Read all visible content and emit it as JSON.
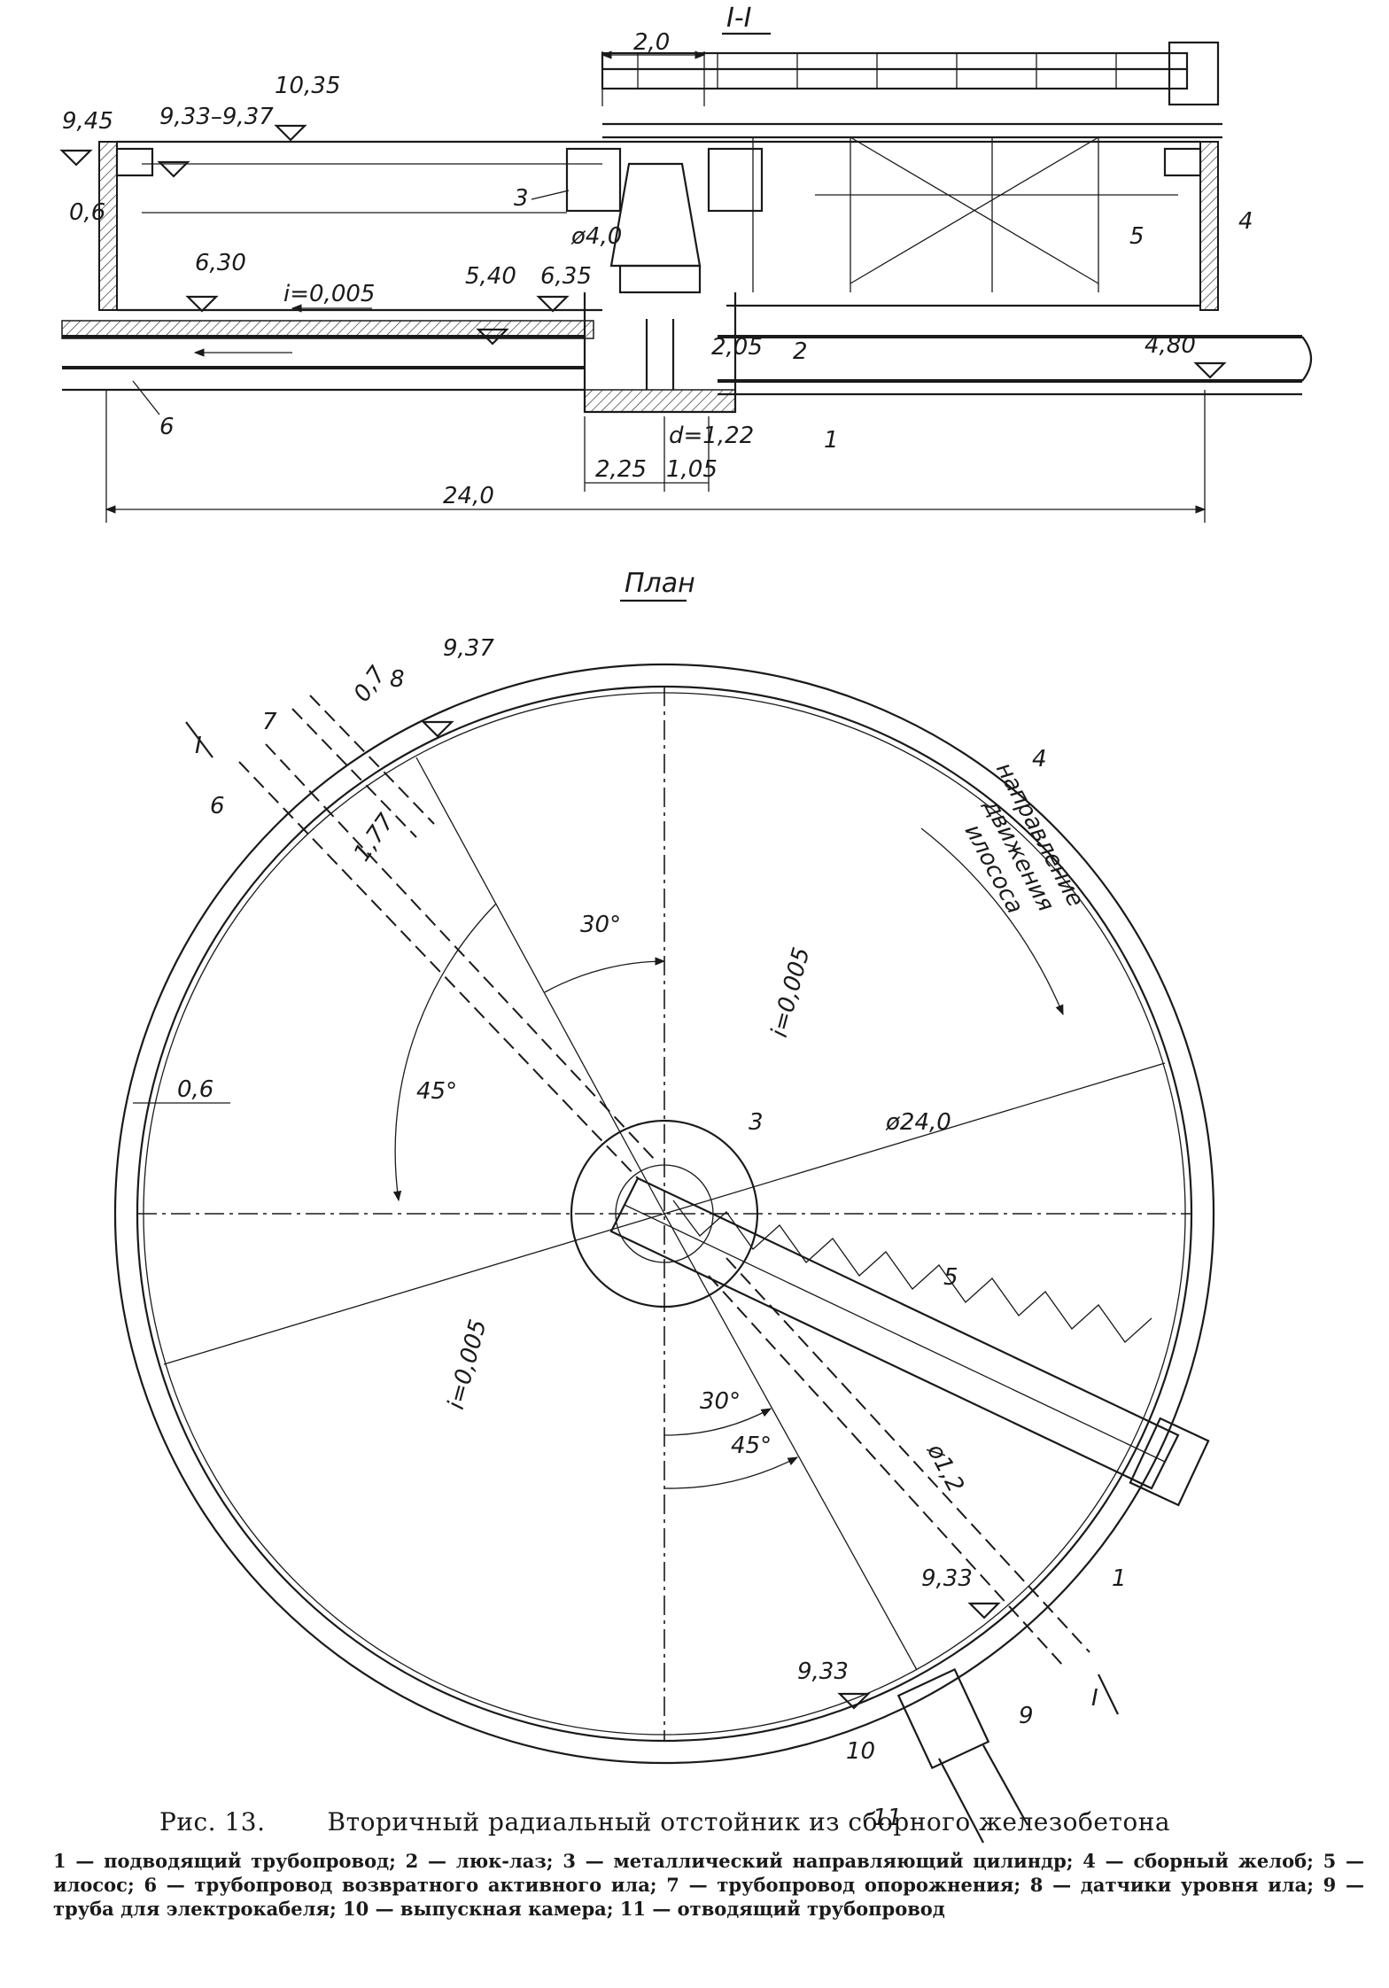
{
  "section": {
    "title": "I-I",
    "dims": {
      "top_width": "2,0",
      "rim_depth": "0,6",
      "total": "24,0",
      "pit_left": "2,25",
      "pit_right": "1,05",
      "pipe_d": "d=1,22",
      "manhole": "2,05",
      "cyl_d": "ø4,0"
    },
    "levels": {
      "l945": "9,45",
      "l933": "9,33–9,37",
      "l1035": "10,35",
      "l630": "6,30",
      "l540": "5,40",
      "l635": "6,35",
      "l480": "4,80"
    },
    "slope": "i=0,005",
    "numbers": [
      "1",
      "2",
      "3",
      "4",
      "5",
      "6"
    ]
  },
  "plan": {
    "title": "План",
    "dims": {
      "d07": "0,7",
      "d177": "1,77",
      "d06": "0,6",
      "diam": "ø24,0",
      "pipe": "ø1,2"
    },
    "levels": {
      "top": "9,37",
      "r1": "9,33",
      "r2": "9,33"
    },
    "angles": {
      "a30_top": "30°",
      "a45_left": "45°",
      "a30_bot": "30°",
      "a45_bot": "45°"
    },
    "slope_top": "i=0,005",
    "slope_left": "i=0,005",
    "direction": [
      "направление",
      "движения",
      "илососа"
    ],
    "numbers": {
      "n1": "1",
      "n3": "3",
      "n4": "4",
      "n5": "5",
      "n6": "6",
      "n7": "7",
      "n8": "8",
      "n9": "9",
      "n10": "10",
      "n11": "11",
      "nI_a": "I",
      "nI_b": "I"
    }
  },
  "caption": {
    "fig": "Рис. 13.",
    "title": "Вторичный радиальный отстойник из сборного железобетона",
    "legend": "1 — подводящий трубопровод; 2 — люк-лаз; 3 — металлический направляющий цилиндр; 4 — сборный желоб; 5 — илосос; 6 — трубопровод возвратного активного ила; 7 — трубопровод опорожнения; 8 — датчики уровня ила; 9 — труба для электрокабеля; 10 — выпускная камера; 11 — отводящий трубопровод"
  }
}
